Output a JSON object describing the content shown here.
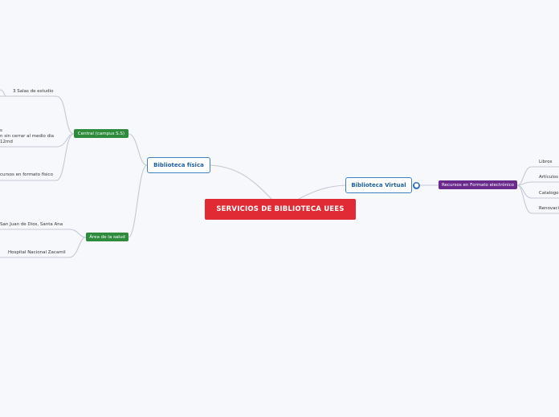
{
  "root": {
    "title": "SERVICIOS DE BIBLIOTECA UEES"
  },
  "branches": {
    "fisica": {
      "label": "Biblioteca física",
      "central": {
        "label": "Central (campus S.S)",
        "items": [
          "3 Salas de estudio",
          "s",
          "n sin cerrar al medio dia",
          "12md",
          "cursos en formato físico"
        ]
      },
      "salud": {
        "label": "Área de la salud",
        "items": [
          "San Juan de Dios, Santa Ana",
          "Hospital Nacional Zacamil"
        ]
      }
    },
    "virtual": {
      "label": "Biblioteca Virtual",
      "recursos": {
        "label": "Recursos en Formato electrónico",
        "items": [
          "Libros",
          "Artículos",
          "Catalogo",
          "Renovaci"
        ]
      }
    }
  },
  "colors": {
    "root": "#e02a34",
    "main_border": "#3b82c4",
    "green": "#2e8b3c",
    "purple": "#6a2a8c",
    "link": "#c5c8d4"
  },
  "icons": {
    "virtual_link": "globe-icon"
  }
}
